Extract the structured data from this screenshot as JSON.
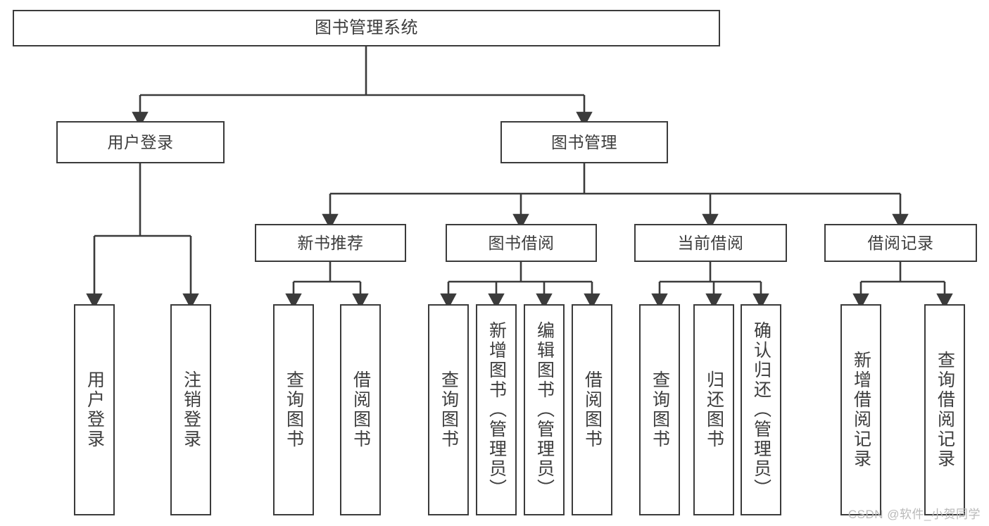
{
  "diagram": {
    "type": "tree",
    "title": "图书管理系统",
    "colors": {
      "line": "#3b3b3b",
      "box_border": "#3b3b3b",
      "box_fill": "#ffffff",
      "text": "#3d3d3d",
      "watermark": "#b9b9b9"
    },
    "root": {
      "id": "root",
      "label": "图书管理系统"
    },
    "level2": [
      {
        "id": "n-user-login",
        "label": "用户登录"
      },
      {
        "id": "n-book-manage",
        "label": "图书管理"
      }
    ],
    "level3": [
      {
        "id": "n-new-book-rec",
        "label": "新书推荐"
      },
      {
        "id": "n-book-borrow",
        "label": "图书借阅"
      },
      {
        "id": "n-current-borrow",
        "label": "当前借阅"
      },
      {
        "id": "n-borrow-record",
        "label": "借阅记录"
      }
    ],
    "leaves": [
      {
        "id": "leaf-user-login",
        "label": "用户登录",
        "parent": "n-user-login"
      },
      {
        "id": "leaf-logout-login",
        "label": "注销登录",
        "parent": "n-user-login"
      },
      {
        "id": "leaf-query-book-1",
        "label": "查询图书",
        "parent": "n-new-book-rec"
      },
      {
        "id": "leaf-borrow-book-1",
        "label": "借阅图书",
        "parent": "n-new-book-rec"
      },
      {
        "id": "leaf-query-book-2",
        "label": "查询图书",
        "parent": "n-book-borrow"
      },
      {
        "id": "leaf-add-book",
        "label": "新增图书（管理员）",
        "parent": "n-book-borrow"
      },
      {
        "id": "leaf-edit-book",
        "label": "编辑图书（管理员）",
        "parent": "n-book-borrow"
      },
      {
        "id": "leaf-borrow-book-2",
        "label": "借阅图书",
        "parent": "n-book-borrow"
      },
      {
        "id": "leaf-query-book-3",
        "label": "查询图书",
        "parent": "n-current-borrow"
      },
      {
        "id": "leaf-return-book",
        "label": "归还图书",
        "parent": "n-current-borrow"
      },
      {
        "id": "leaf-confirm-return",
        "label": "确认归还（管理员）",
        "parent": "n-current-borrow"
      },
      {
        "id": "leaf-add-record",
        "label": "新增借阅记录",
        "parent": "n-borrow-record"
      },
      {
        "id": "leaf-query-record",
        "label": "查询借阅记录",
        "parent": "n-borrow-record"
      }
    ],
    "watermark": "CSDN @软件_小贺同学"
  }
}
